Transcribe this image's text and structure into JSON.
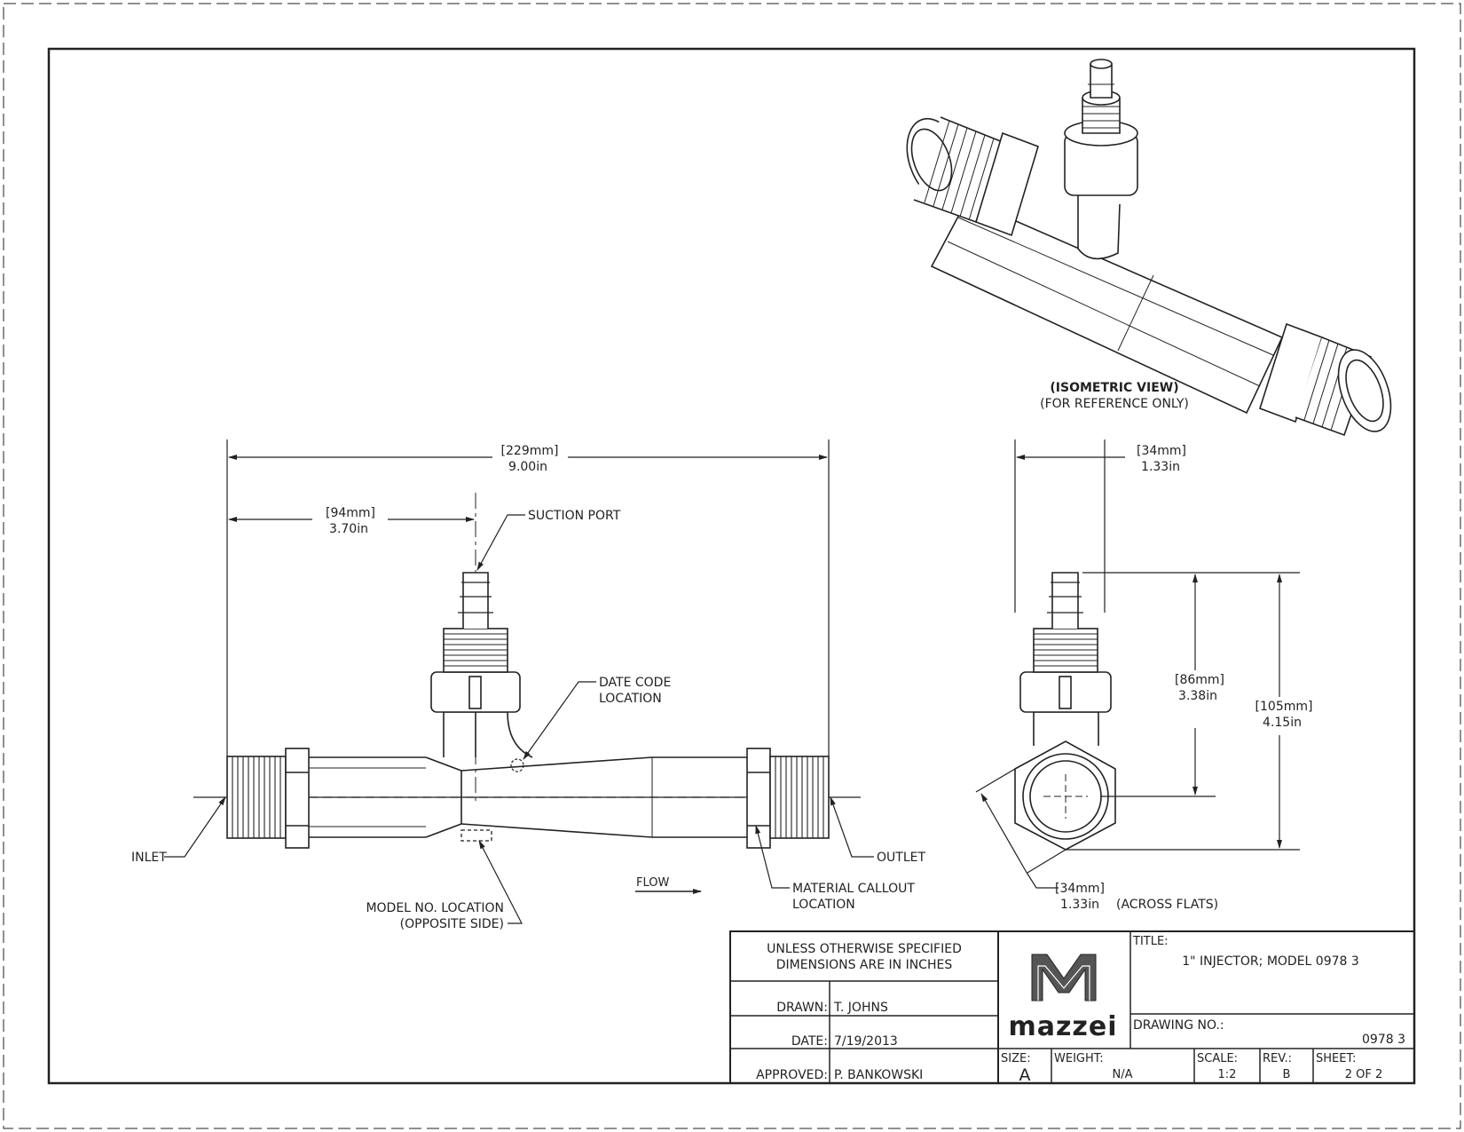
{
  "callouts": {
    "suction_port": "SUCTION PORT",
    "date_code_1": "DATE CODE",
    "date_code_2": "LOCATION",
    "inlet": "INLET",
    "outlet": "OUTLET",
    "flow": "FLOW",
    "material_1": "MATERIAL CALLOUT",
    "material_2": "LOCATION",
    "model_no_1": "MODEL NO. LOCATION",
    "model_no_2": "(OPPOSITE SIDE)"
  },
  "isometric": {
    "title": "(ISOMETRIC VIEW)",
    "subtitle": "(FOR REFERENCE ONLY)"
  },
  "dimensions": {
    "overall_mm": "229mm",
    "overall_in": "9.00in",
    "port_offset_mm": "94mm",
    "port_offset_in": "3.70in",
    "side_width_mm": "34mm",
    "side_width_in": "1.33in",
    "height_port_mm": "86mm",
    "height_port_in": "3.38in",
    "height_total_mm": "105mm",
    "height_total_in": "4.15in",
    "flats_mm": "34mm",
    "flats_in": "1.33in",
    "flats_note": "(ACROSS FLATS)"
  },
  "title_block": {
    "notes_1": "UNLESS OTHERWISE SPECIFIED",
    "notes_2": "DIMENSIONS ARE IN INCHES",
    "drawn_label": "DRAWN:",
    "drawn_value": "T. JOHNS",
    "date_label": "DATE:",
    "date_value": "7/19/2013",
    "approved_label": "APPROVED:",
    "approved_value": "P. BANKOWSKI",
    "logo_text": "mazzei",
    "title_label": "TITLE:",
    "title_value": "1\" INJECTOR; MODEL 0978 3",
    "drawing_no_label": "DRAWING NO.:",
    "drawing_no_value": "0978 3",
    "size_label": "SIZE:",
    "size_value": "A",
    "weight_label": "WEIGHT:",
    "weight_value": "N/A",
    "scale_label": "SCALE:",
    "scale_value": "1:2",
    "rev_label": "REV.:",
    "rev_value": "B",
    "sheet_label": "SHEET:",
    "sheet_value": "2 OF 2"
  },
  "colors": {
    "line": "#222222",
    "paper": "#ffffff"
  }
}
